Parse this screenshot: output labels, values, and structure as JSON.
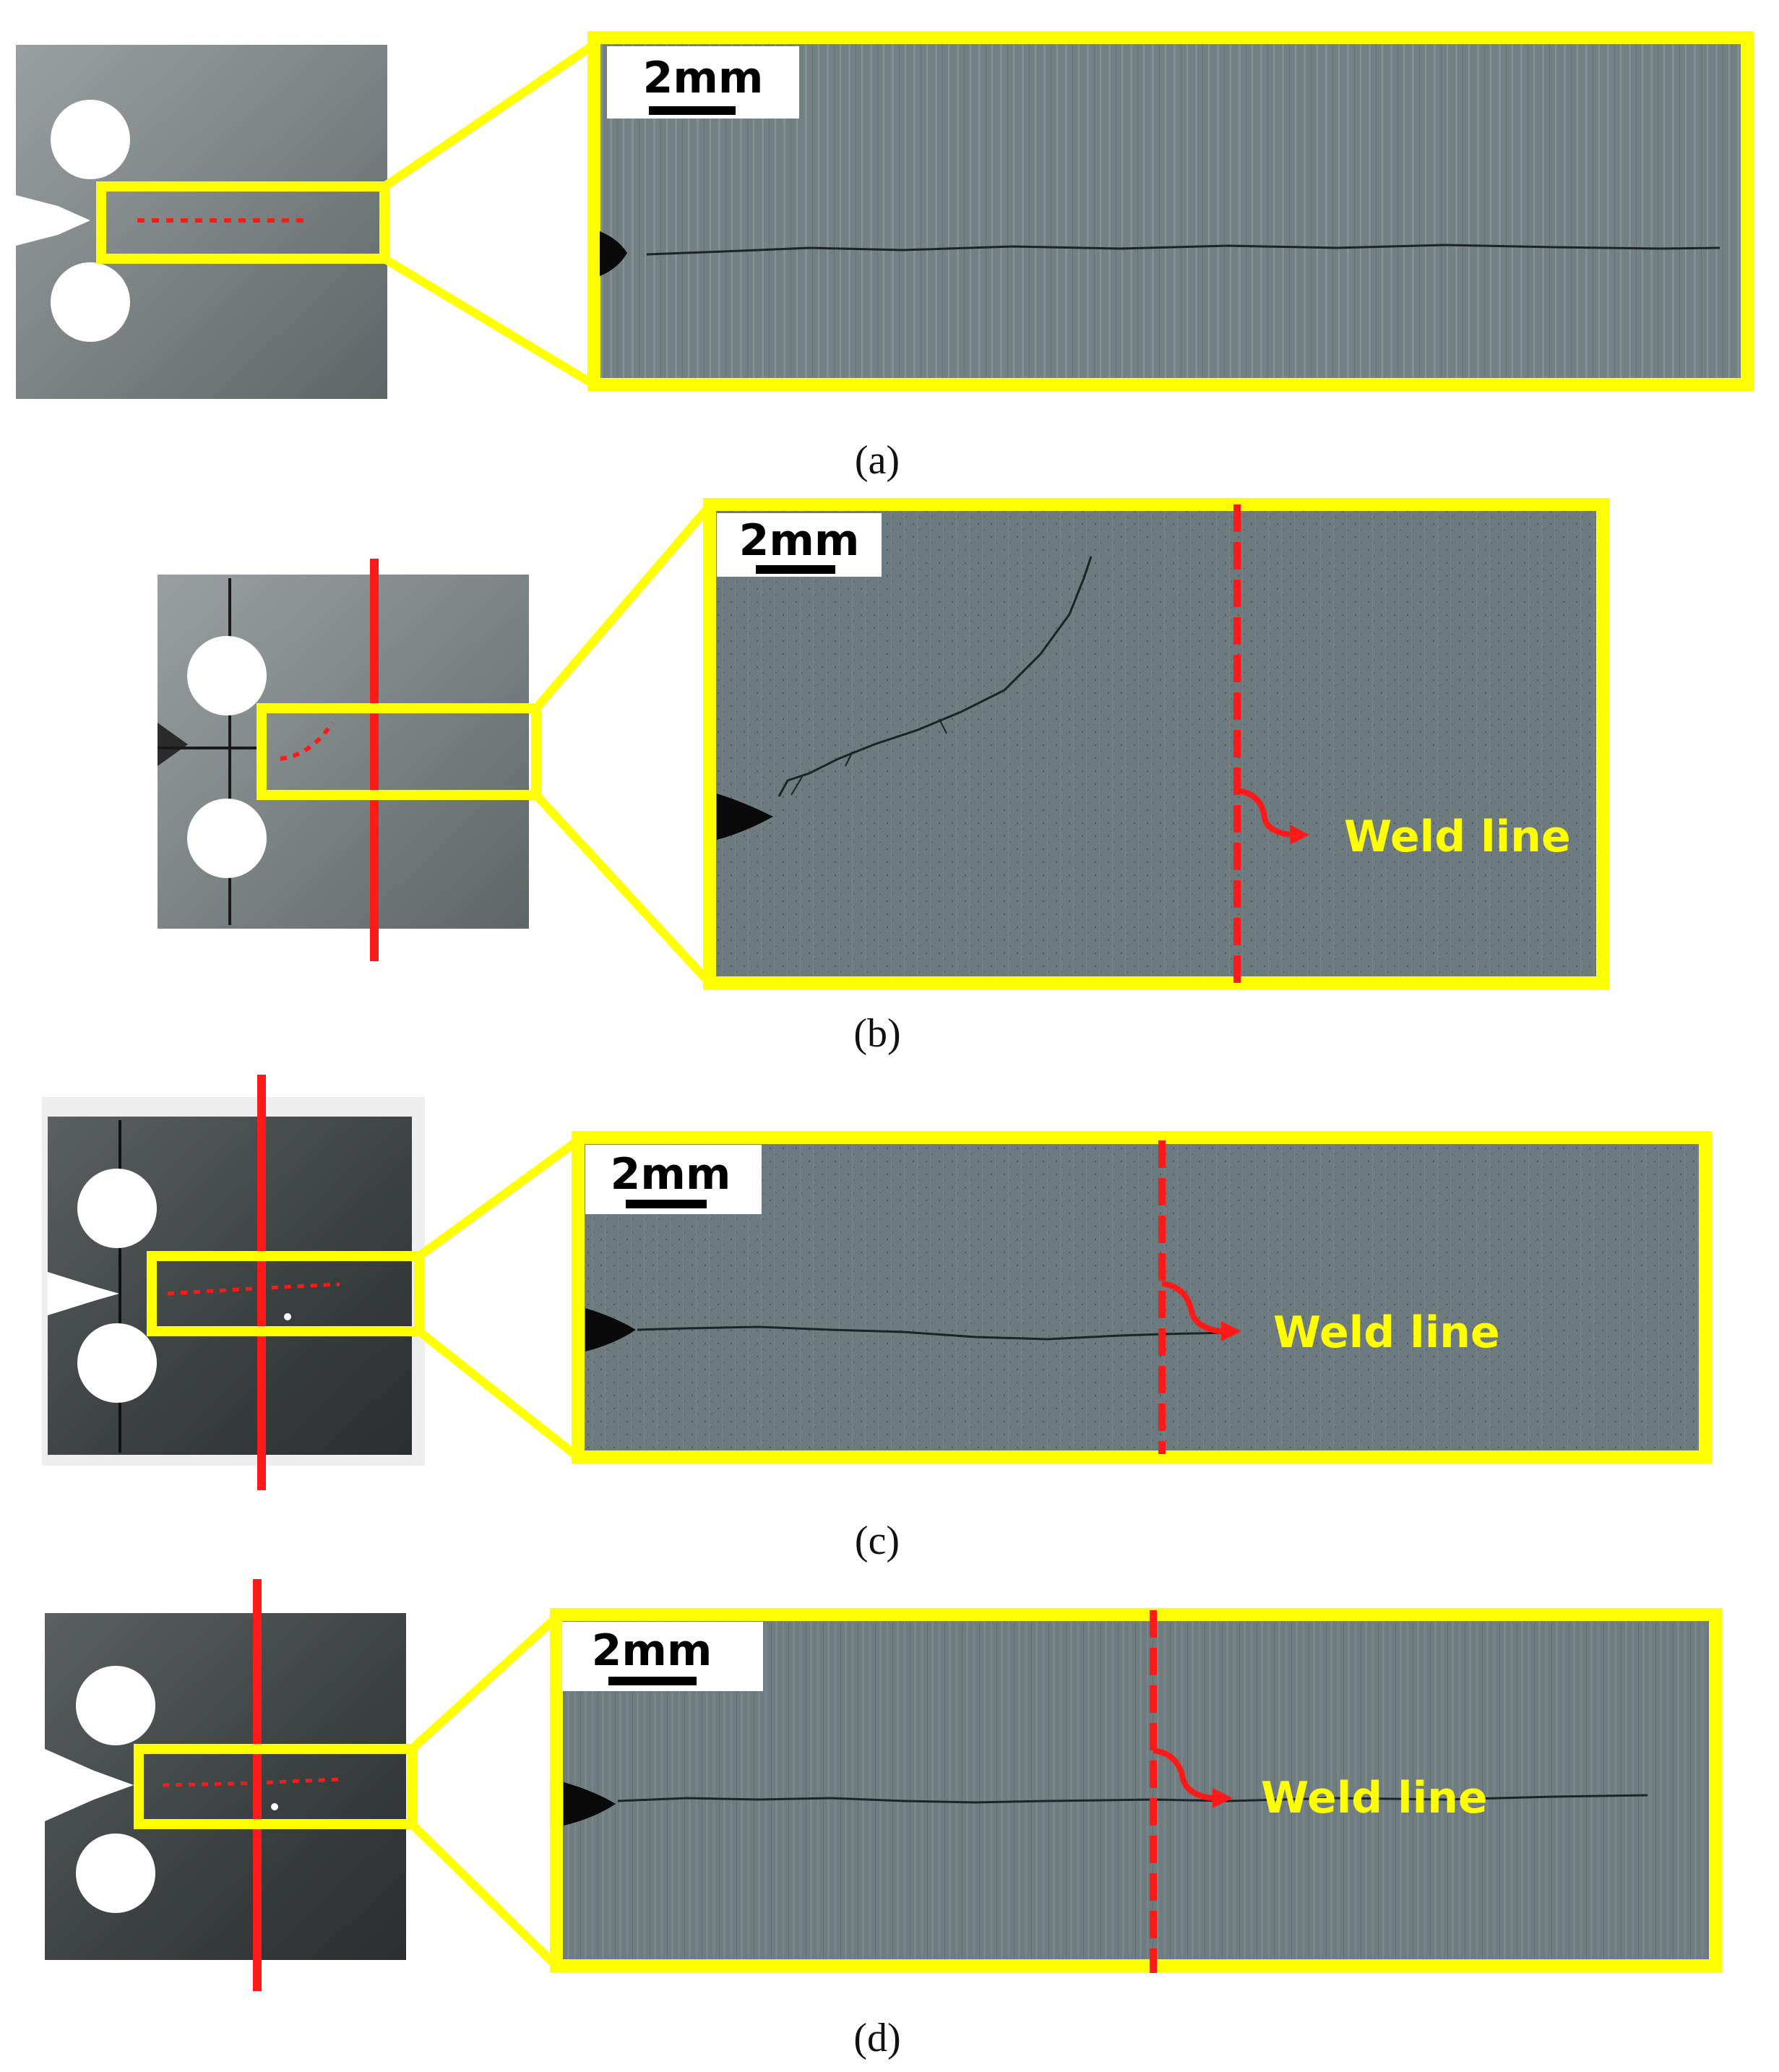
{
  "figure": {
    "colors": {
      "highlight": "#ffff00",
      "weld_line": "#ff1a1a",
      "crack_path": "#ff1a1a",
      "weld_label": "#ffff00",
      "specimen_light": "#8b9193",
      "specimen_dark": "#3c4142",
      "micrograph": "#6f7d80",
      "crack": "#1c2426"
    },
    "panels": [
      {
        "id": "a",
        "caption": "(a)",
        "scale_bar_label": "2mm",
        "weld_line_label": "",
        "has_weld_line": false,
        "crack_shape": "straight"
      },
      {
        "id": "b",
        "caption": "(b)",
        "scale_bar_label": "2mm",
        "weld_line_label": "Weld line",
        "has_weld_line": true,
        "crack_shape": "deflected-upward"
      },
      {
        "id": "c",
        "caption": "(c)",
        "scale_bar_label": "2mm",
        "weld_line_label": "Weld line",
        "has_weld_line": true,
        "crack_shape": "straight"
      },
      {
        "id": "d",
        "caption": "(d)",
        "scale_bar_label": "2mm",
        "weld_line_label": "Weld line",
        "has_weld_line": true,
        "crack_shape": "straight"
      }
    ]
  }
}
